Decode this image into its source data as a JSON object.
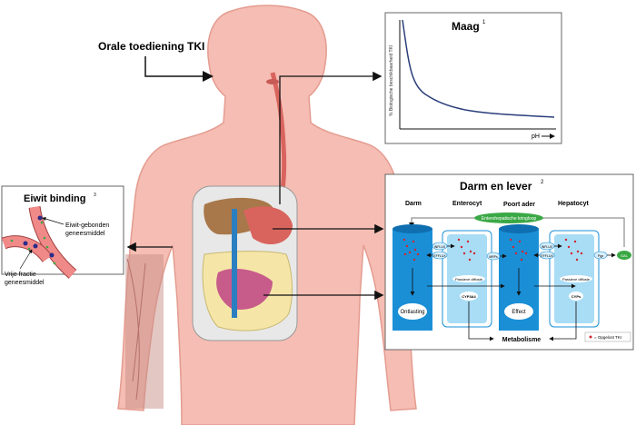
{
  "oral_label": "Orale toediening TKI",
  "maag": {
    "title": "Maag",
    "ref": "1",
    "ylabel": "% Biologische beschikbaarheid TKI",
    "xlabel": "pH"
  },
  "darm": {
    "title": "Darm en lever",
    "ref": "2",
    "columns": [
      "Darm",
      "Enterocyt",
      "Poort ader",
      "Hepatocyt"
    ],
    "loop": "Enterohepatische kringloop",
    "influx": "INFLUX",
    "efflux": "EFFLUX",
    "mrp": "MRPs",
    "pgp": "Pgp",
    "gal": "GAL",
    "passive": "Passieve diffusie",
    "cyp3a4": "CYP3A4",
    "cyps": "CYPs",
    "ontlasting": "Ontlasting",
    "effect": "Effect",
    "metabolisme": "Metabolisme",
    "legend": "= Opgelost TKI"
  },
  "eiwit": {
    "title": "Eiwit binding",
    "ref": "3",
    "bound": [
      "Eiwit-gebonden",
      "geneesmiddel"
    ],
    "free": [
      "Vrije fractie",
      "geneesmiddel"
    ]
  },
  "colors": {
    "skin": "#f5bdb3",
    "skin_edge": "#e49c90",
    "cylinder": "#1a8fd6",
    "cell": "#a9dcf5",
    "green": "#3aa845",
    "drug": "#d0262d"
  }
}
